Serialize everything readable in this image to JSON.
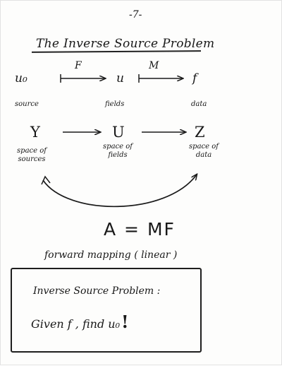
{
  "page_number": "-7-",
  "title": "The Inverse Source Problem",
  "row1": {
    "nodes": [
      {
        "symbol": "u₀",
        "label": "source"
      },
      {
        "symbol": "u",
        "label": "fields"
      },
      {
        "symbol": "f",
        "label": "data"
      }
    ],
    "arrows": [
      {
        "label": "F"
      },
      {
        "label": "M"
      }
    ]
  },
  "row2": {
    "nodes": [
      {
        "symbol": "Y",
        "label_line1": "space of",
        "label_line2": "sources"
      },
      {
        "symbol": "U",
        "label_line1": "space of",
        "label_line2": "fields"
      },
      {
        "symbol": "Z",
        "label_line1": "space of",
        "label_line2": "data"
      }
    ]
  },
  "equation": "A = MF",
  "subtitle": "forward mapping ( linear )",
  "box": {
    "title": "Inverse Source Problem :",
    "text": "Given f , find u₀",
    "exclamation": "!"
  }
}
